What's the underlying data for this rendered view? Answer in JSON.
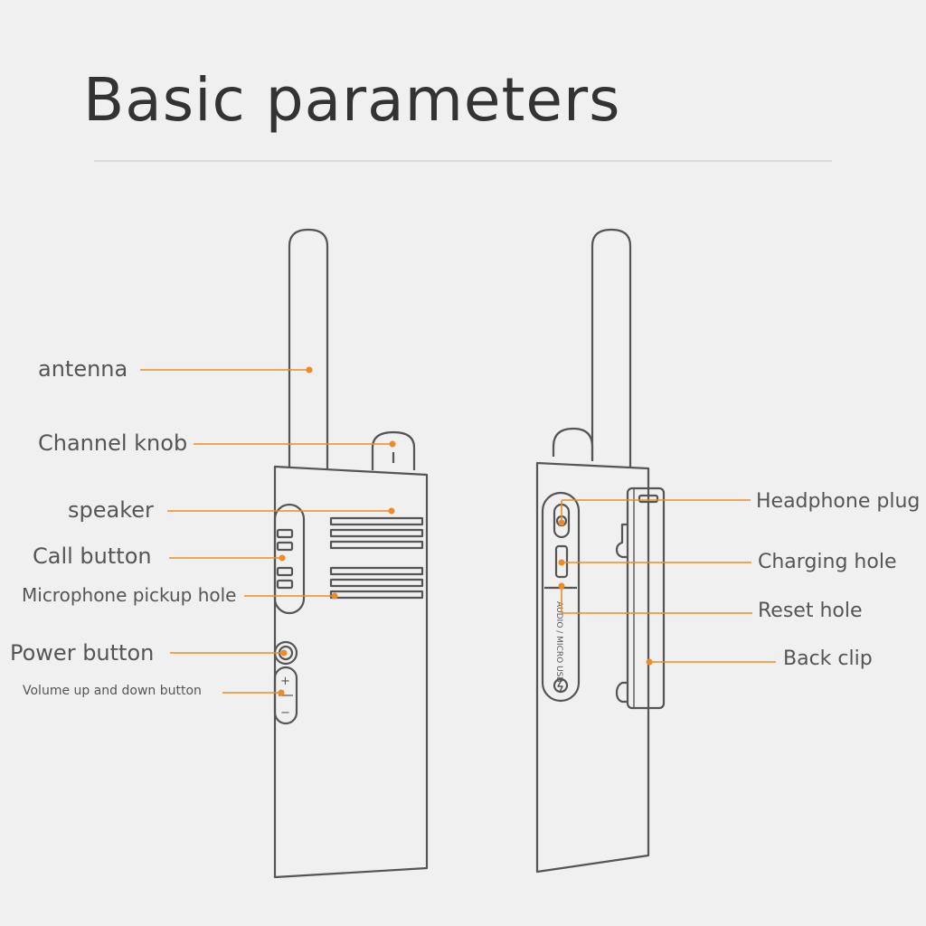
{
  "title": "Basic parameters",
  "colors": {
    "accent": "#f08a24",
    "line": "#555555",
    "background": "#f0f0f0"
  },
  "labels": {
    "antenna": "antenna",
    "channel_knob": "Channel knob",
    "speaker": "speaker",
    "call_button": "Call button",
    "microphone_pickup_hole": "Microphone pickup hole",
    "power_button": "Power button",
    "volume_button": "Volume up and down button",
    "headphone_plug": "Headphone plug",
    "charging_hole": "Charging hole",
    "reset_hole": "Reset hole",
    "back_clip": "Back clip"
  },
  "device": {
    "volume_plus": "+",
    "volume_minus": "−",
    "port_text": "AUDIO / MICRO USB"
  }
}
